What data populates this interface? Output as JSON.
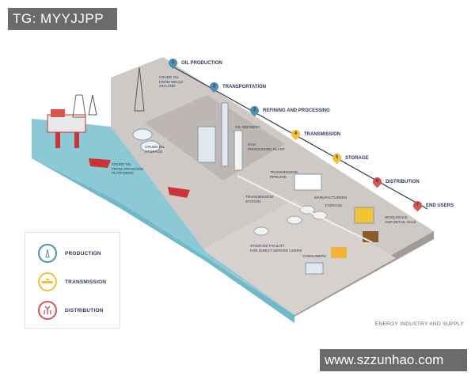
{
  "watermark_top": "TG: MYYJJPP",
  "watermark_bottom": "www.szzunhao.com",
  "caption": "ENERGY INDUSTRY AND SUPPLY",
  "steps": [
    {
      "num": "1",
      "label": "OIL PRODUCTION",
      "color": "#4f8fb0"
    },
    {
      "num": "2",
      "label": "TRANSPORTATION",
      "color": "#4f8fb0"
    },
    {
      "num": "3",
      "label": "REFINING AND PROCESSING",
      "color": "#4f8fb0"
    },
    {
      "num": "4",
      "label": "TRANSMISSION",
      "color": "#f1c232"
    },
    {
      "num": "5",
      "label": "STORAGE",
      "color": "#f1c232"
    },
    {
      "num": "6",
      "label": "DISTRIBUTION",
      "color": "#d9534f"
    },
    {
      "num": "7",
      "label": "END USERS",
      "color": "#d9534f"
    }
  ],
  "labels": {
    "crude_land": "CRUDE OIL\nFROM WELLS\nON LAND",
    "crude_storage": "CRUDE OIL\nSTORAGE",
    "crude_offshore": "CRUDE OIL\nFROM OFFSHORE\nPLATFORMS",
    "refinery": "OIL REFINERY",
    "gas_plant": "GAS\nPROCESSING PLANT",
    "pipeline": "TRANSMISSION\nPIPELINE",
    "station": "TRANSMISSION\nSTATION",
    "manufacturers": "MANUFACTURERS",
    "storage": "STORAGE",
    "wholesale": "WHOLESALE\nAND RETAIL SALE",
    "storage_facility": "STORAGE FACILITY\nFOR DIRECT-SERVED USERS",
    "consumers": "CONSUMERS"
  },
  "legend": [
    {
      "label": "PRODUCTION",
      "icon": "oil-rig-icon",
      "color": "#4f8fb0"
    },
    {
      "label": "TRANSMISSION",
      "icon": "pipeline-valve-icon",
      "color": "#f1c232"
    },
    {
      "label": "DISTRIBUTION",
      "icon": "distribution-arrows-icon",
      "color": "#d9534f"
    }
  ]
}
